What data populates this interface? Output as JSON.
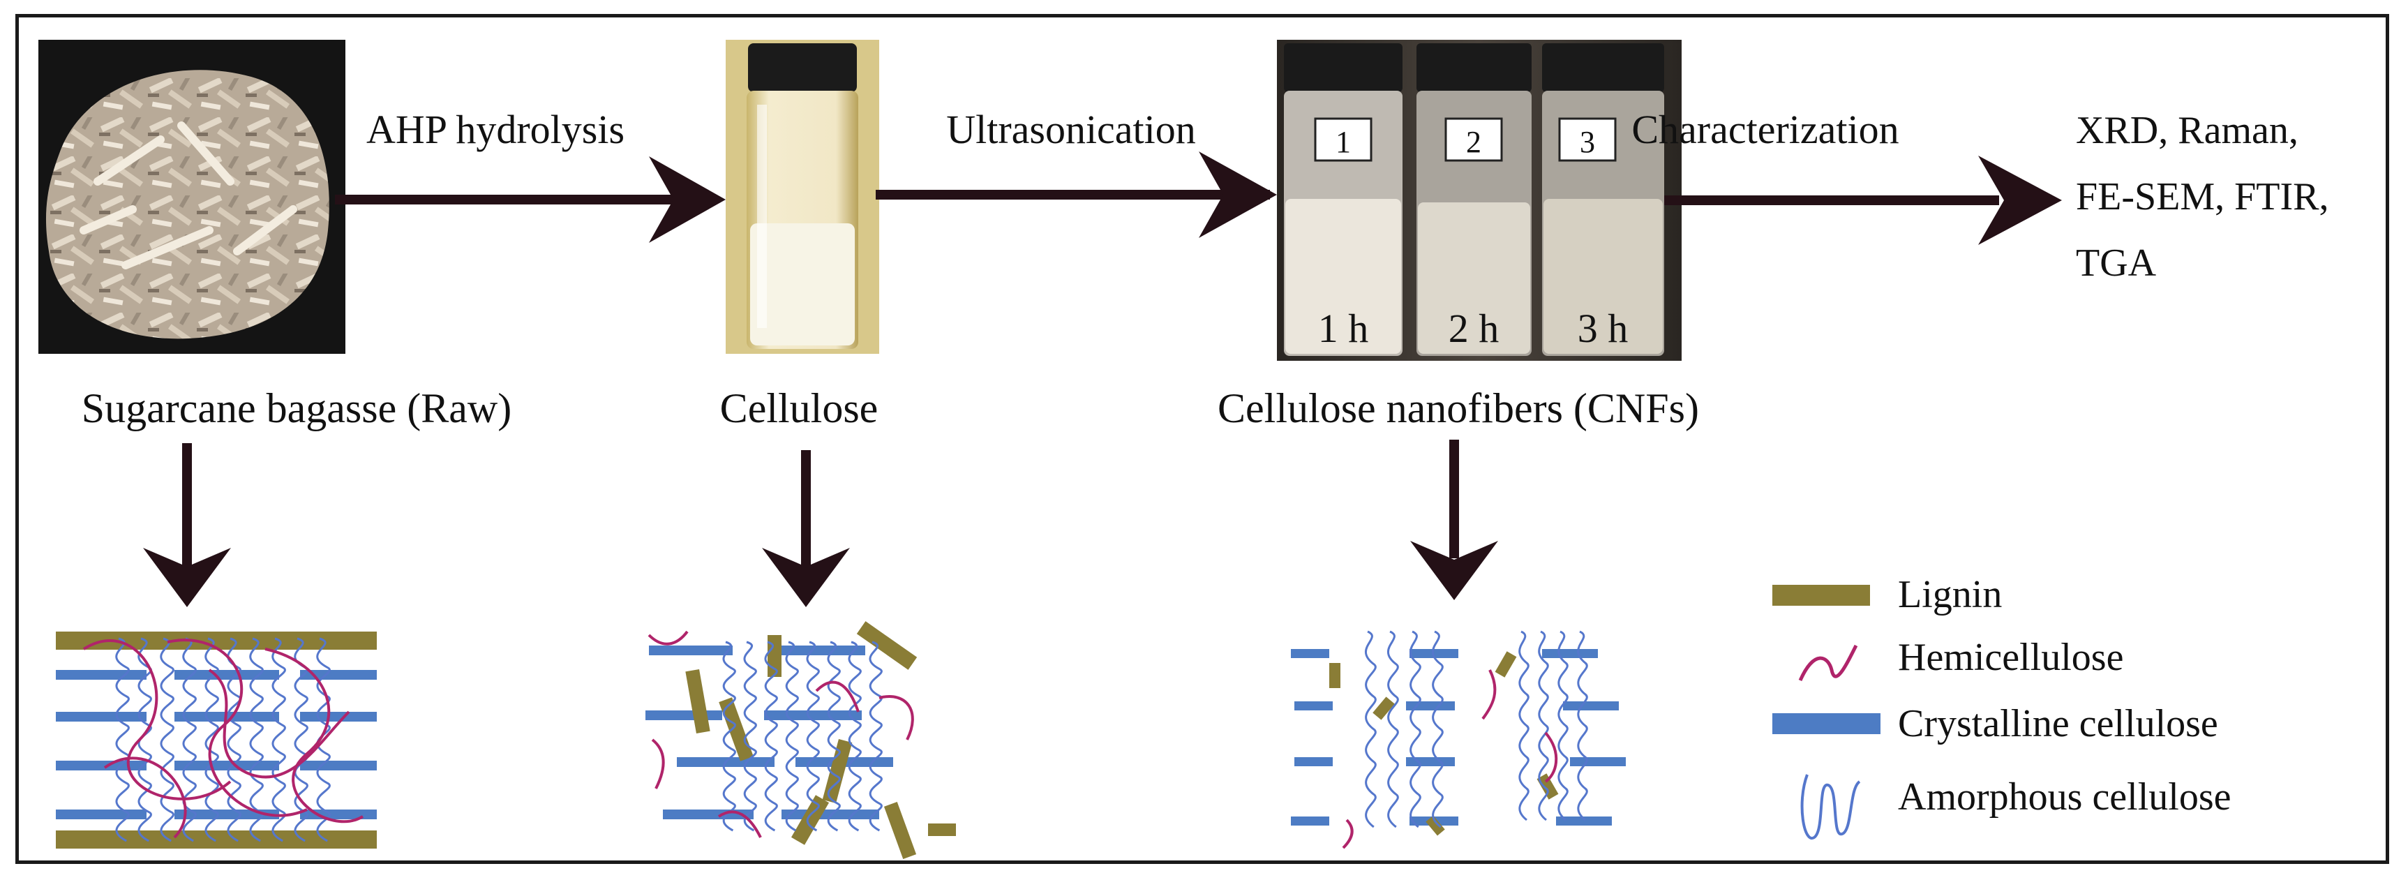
{
  "steps": {
    "raw": "Sugarcane bagasse (Raw)",
    "cellulose": "Cellulose",
    "cnf": "Cellulose nanofibers (CNFs)"
  },
  "processes": {
    "p1": "AHP hydrolysis",
    "p2": "Ultrasonication",
    "p3": "Characterization"
  },
  "techniques": [
    "XRD, Raman,",
    "FE-SEM, FTIR,",
    "TGA"
  ],
  "vials": [
    {
      "cap_label": "1",
      "time": "1 h"
    },
    {
      "cap_label": "2",
      "time": "2 h"
    },
    {
      "cap_label": "3",
      "time": "3 h"
    }
  ],
  "legend": [
    {
      "key": "lignin",
      "label": "Lignin",
      "color": "#8a7d36"
    },
    {
      "key": "hemicellulose",
      "label": "Hemicellulose",
      "color": "#b0246a"
    },
    {
      "key": "crystalline",
      "label": "Crystalline cellulose",
      "color": "#4d7cc4"
    },
    {
      "key": "amorphous",
      "label": "Amorphous cellulose",
      "color": "#5577cc"
    }
  ],
  "colors": {
    "lignin": "#8a7d36",
    "hemicellulose": "#b0246a",
    "crystalline": "#4d7cc4",
    "amorphous": "#5577cc",
    "arrow": "#241016",
    "frame": "#1a1a1a"
  }
}
